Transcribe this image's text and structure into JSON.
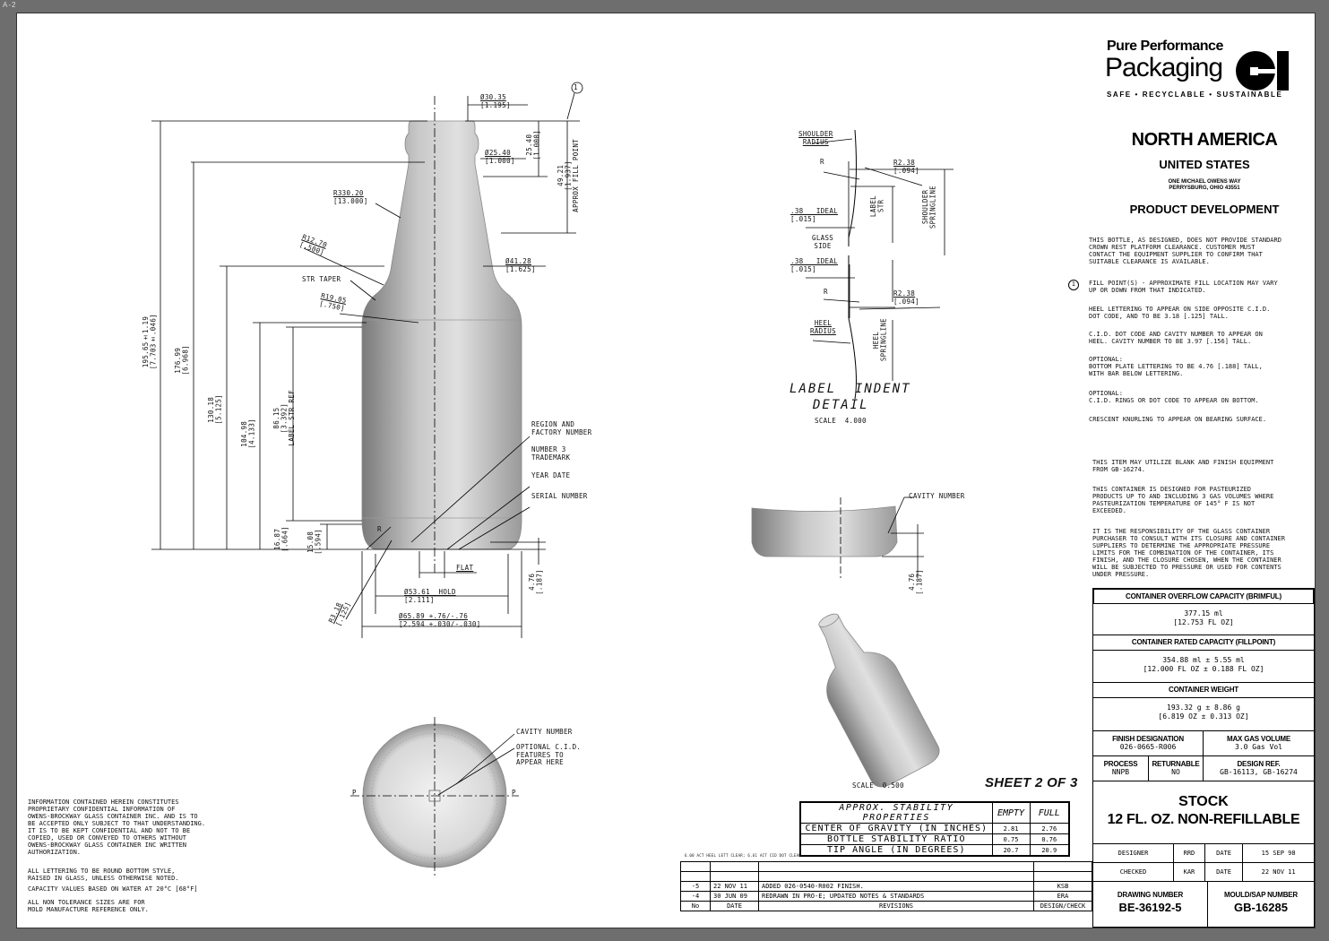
{
  "sheet_id": "A-2",
  "brand": {
    "line1": "Pure Performance",
    "line2": "Packaging",
    "logo": "O-I",
    "tagline": "SAFE • RECYCLABLE • SUSTAINABLE"
  },
  "org": {
    "region": "NORTH AMERICA",
    "country": "UNITED STATES",
    "address1": "ONE MICHAEL OWENS WAY",
    "address2": "PERRYSBURG, OHIO 43551",
    "dept": "PRODUCT DEVELOPMENT"
  },
  "notes": [
    "THIS BOTTLE, AS DESIGNED, DOES NOT PROVIDE STANDARD\nCROWN REST PLATFORM CLEARANCE.  CUSTOMER MUST\nCONTACT THE EQUIPMENT SUPPLIER TO CONFIRM THAT\nSUITABLE CLEARANCE IS AVAILABLE.",
    "FILL POINT(S) - APPROXIMATE FILL LOCATION MAY VARY\nUP OR DOWN FROM THAT INDICATED.",
    "HEEL LETTERING TO APPEAR ON SIDE OPPOSITE C.I.D.\nDOT CODE, AND TO BE 3.18 [.125] TALL.",
    "C.I.D. DOT CODE AND CAVITY NUMBER TO APPEAR ON\nHEEL.  CAVITY NUMBER TO BE 3.97 [.156] TALL.",
    "OPTIONAL:\nBOTTOM PLATE LETTERING TO BE 4.76 [.188] TALL,\nWITH BAR BELOW LETTERING.",
    "OPTIONAL:\nC.I.D. RINGS OR DOT CODE TO APPEAR ON BOTTOM.",
    "CRESCENT KNURLING TO APPEAR ON BEARING SURFACE.",
    "THIS ITEM MAY UTILIZE BLANK AND FINISH EQUIPMENT\nFROM GB-16274.",
    "THIS CONTAINER IS DESIGNED FOR PASTEURIZED\nPRODUCTS UP TO AND INCLUDING 3 GAS VOLUMES WHERE\nPASTEURIZATION TEMPERATURE OF 145° F IS NOT\nEXCEEDED.",
    "IT IS THE RESPONSIBILITY OF THE GLASS CONTAINER\nPURCHASER TO CONSULT WITH ITS CLOSURE AND CONTAINER\nSUPPLIERS TO DETERMINE THE APPROPRIATE PRESSURE\nLIMITS FOR THE COMBINATION OF THE CONTAINER, ITS\nFINISH, AND THE CLOSURE CHOSEN, WHEN THE CONTAINER\nWILL BE SUBJECTED TO PRESSURE OR USED FOR CONTENTS\nUNDER PRESSURE."
  ],
  "fill_note_marker": "1",
  "capacity": {
    "overflow_label": "CONTAINER OVERFLOW CAPACITY (BRIMFUL)",
    "overflow_ml": "377.15 ml",
    "overflow_oz": "[12.753 FL OZ]",
    "rated_label": "CONTAINER RATED CAPACITY (FILLPOINT)",
    "rated_ml": "354.88 ml ± 5.55 ml",
    "rated_oz": "[12.000 FL OZ ± 0.188 FL OZ]",
    "weight_label": "CONTAINER WEIGHT",
    "weight_g": "193.32 g ± 8.86 g",
    "weight_oz": "[6.819 OZ ± 0.313 OZ]"
  },
  "specs": {
    "finish_label": "FINISH DESIGNATION",
    "finish": "026-0665-R006",
    "gas_label": "MAX GAS VOLUME",
    "gas": "3.0 Gas Vol",
    "process_label": "PROCESS",
    "process": "NNPB",
    "returnable_label": "RETURNABLE",
    "returnable": "NO",
    "design_ref_label": "DESIGN REF.",
    "design_ref": "GB-16113, GB-16274"
  },
  "title": {
    "line1": "STOCK",
    "line2": "12 FL. OZ. NON-REFILLABLE"
  },
  "signoff": {
    "designer_label": "DESIGNER",
    "designer": "RRD",
    "date_label": "DATE",
    "designer_date": "15 SEP 98",
    "checked_label": "CHECKED",
    "checker": "KAR",
    "checked_date": "22 NOV 11"
  },
  "numbers": {
    "drawing_label": "DRAWING NUMBER",
    "drawing": "BE-36192-5",
    "mould_label": "MOULD/SAP NUMBER",
    "mould": "GB-16285"
  },
  "sheet_label": "SHEET 2 OF 3",
  "stability": {
    "header": [
      "APPROX. STABILITY PROPERTIES",
      "EMPTY",
      "FULL"
    ],
    "rows": [
      [
        "CENTER OF GRAVITY (IN INCHES)",
        "2.81",
        "2.76"
      ],
      [
        "BOTTLE STABILITY RATIO",
        "0.75",
        "0.76"
      ],
      [
        "TIP ANGLE (IN DEGREES)",
        "20.7",
        "20.9"
      ]
    ]
  },
  "tiny_note": "6.00 ACT HEEL LETT CLEAR; 6.61 ACT CID DOT CLEAR",
  "revisions": {
    "header": [
      "No",
      "DATE",
      "REVISIONS",
      "DESIGN/CHECK"
    ],
    "rows": [
      [
        "-5",
        "22 NOV 11",
        "ADDED 026-0540-R002 FINISH.",
        "KSB"
      ],
      [
        "-4",
        "30 JUN 09",
        "REDRAWN IN PRO-E; UPDATED NOTES & STANDARDS",
        "ERA"
      ]
    ]
  },
  "left_notes": [
    "INFORMATION  CONTAINED  HEREIN  CONSTITUTES\nPROPRIETARY  CONFIDENTIAL   INFORMATION  OF\nOWENS-BROCKWAY GLASS CONTAINER INC. AND IS TO\nBE ACCEPTED ONLY SUBJECT TO THAT UNDERSTANDING.\nIT IS TO BE KEPT CONFIDENTIAL AND NOT TO BE\nCOPIED, USED OR CONVEYED TO OTHERS WITHOUT\nOWENS-BROCKWAY GLASS CONTAINER INC WRITTEN\nAUTHORIZATION.",
    "ALL LETTERING TO BE ROUND BOTTOM STYLE,\nRAISED IN GLASS, UNLESS OTHERWISE NOTED.",
    "CAPACITY VALUES BASED ON WATER AT 20°C [68°F]",
    "ALL NON TOLERANCE SIZES ARE FOR\nMOLD MANUFACTURE REFERENCE ONLY."
  ],
  "main_view": {
    "d_top": "Ø30.35",
    "d_top_in": "[1.195]",
    "d_neck": "Ø25.40",
    "d_neck_in": "[1.000]",
    "h_finish": "25.40\n[1.000]",
    "fill": "49.21\n[1.937]\nAPPROX FILL POINT",
    "r330": "R330.20",
    "r330_in": "[13.000]",
    "r12": "R12.70",
    "r12_in": "[.500]",
    "d_shoulder": "Ø41.28",
    "d_shoulder_in": "[1.625]",
    "str_taper": "STR TAPER",
    "r19": "R19.05",
    "r19_in": "[.750]",
    "h_total": "195.65±1.19\n[7.703±.046]",
    "h_176": "176.99\n[6.968]",
    "h_130": "130.18\n[5.125]",
    "h_104": "104.98\n[4.133]",
    "h_86": "86.15\n[3.392]\nLABEL STR REF",
    "h_16": "16.87\n[.664]",
    "h_15": "15.08\n[.594]",
    "r_heel": "R",
    "region": "REGION AND\nFACTORY NUMBER",
    "trademark": "NUMBER 3\nTRADEMARK",
    "year": "YEAR DATE",
    "serial": "SERIAL NUMBER",
    "flat": "FLAT",
    "d_hold": "Ø53.61  HOLD",
    "d_hold_in": "[2.111]",
    "d_body": "Ø65.89 +.76/-.76",
    "d_body_in": "[2.594 +.030/-.030]",
    "h_476": "4.76\n[.187]",
    "r318": "R3.18",
    "r318_in": "[.125]"
  },
  "detail": {
    "shoulder_radius": "SHOULDER\nRADIUS",
    "r": "R",
    "r238": "R2.38",
    "r238_in": "[.094]",
    "ideal": ".38   IDEAL",
    "ideal_in": "[.015]",
    "label_str": "LABEL\nSTR",
    "shoulder_spring": "SHOULDER\nSPRINGLINE",
    "glass_side": "GLASS\nSIDE",
    "ideal2": ".38   IDEAL",
    "ideal2_in": "[.015]",
    "r2": "R",
    "r238b": "R2.38",
    "r238b_in": "[.094]",
    "heel_radius": "HEEL\nRADIUS",
    "heel_spring": "HEEL\nSPRINGLINE",
    "title1": "LABEL  INDENT",
    "title2": "DETAIL",
    "scale": "SCALE  4.000"
  },
  "heel_view": {
    "cavity": "CAVITY NUMBER",
    "h": "4.76\n[.187]"
  },
  "iso_view": {
    "scale": "SCALE  0.500"
  },
  "bottom_view": {
    "cavity": "CAVITY NUMBER",
    "optional": "OPTIONAL C.I.D.\nFEATURES TO\nAPPEAR HERE",
    "cl_left": "P",
    "cl_right": "P"
  }
}
